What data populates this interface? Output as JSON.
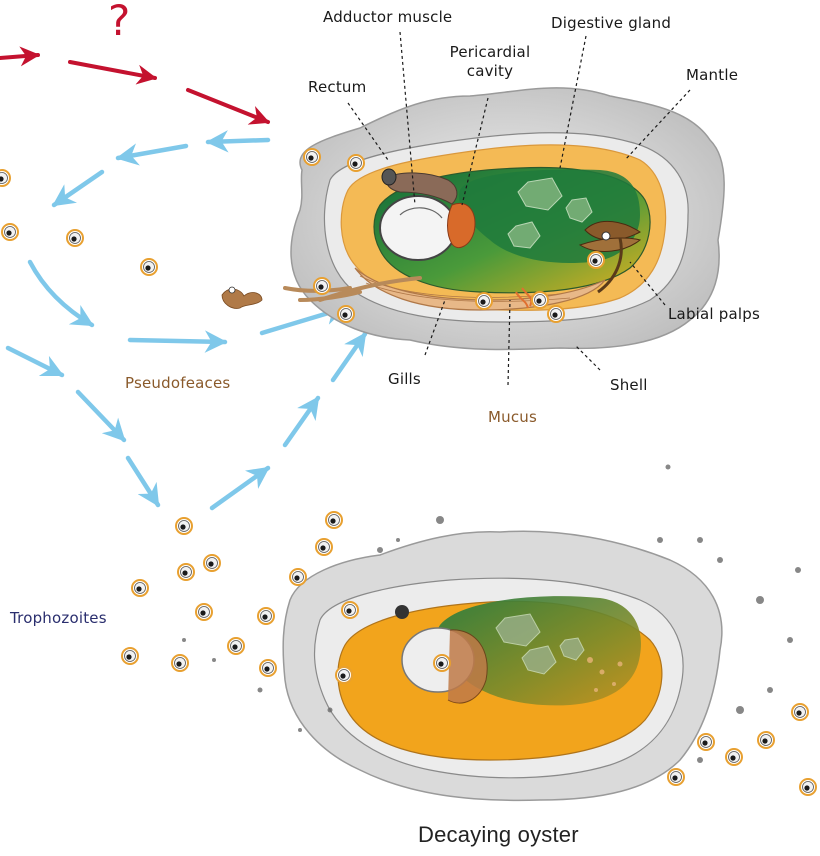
{
  "labels": {
    "question": "?",
    "adductor_muscle": "Adductor muscle",
    "digestive_gland": "Digestive gland",
    "pericardial_cavity": [
      "Pericardial",
      "cavity"
    ],
    "rectum": "Rectum",
    "mantle": "Mantle",
    "labial_palps": "Labial palps",
    "gills": "Gills",
    "shell": "Shell",
    "mucus": "Mucus",
    "pseudofeaces": "Pseudofeaces",
    "trophozoites": "Trophozoites",
    "decaying_oyster": "Decaying oyster"
  },
  "colors": {
    "red_arrow": "#c4122f",
    "blue_arrow": "#7fc8ea",
    "shell_gray": "#d9d9d9",
    "digestive_green": "#2f8a3a",
    "gonad_orange": "#f2a41c",
    "muscle_white": "#f4f4f4",
    "pseudofeaces_brown": "#8a5a2b",
    "trophozoite_label": "#2a2e6e",
    "trophozoite_ring": "#e8a030"
  }
}
